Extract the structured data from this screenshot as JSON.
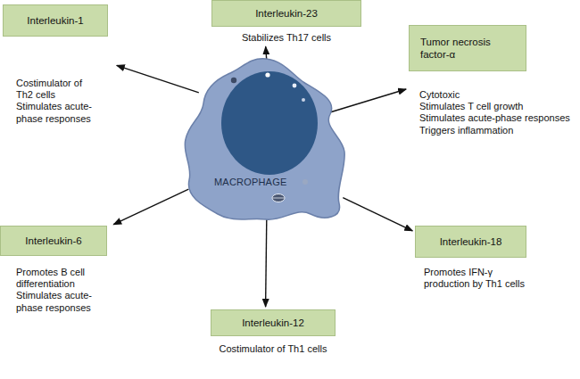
{
  "diagram": {
    "nodes": [
      {
        "text": [
          "Interleukin-23",
          "Stabilizes Th17 cells"
        ]
      },
      {
        "text": [
          "Interleukin-1",
          "Costimulator of Th2 cells",
          "Stimulates acute-phase responses"
        ]
      },
      {
        "text": [
          "Tumor necrosis factor-α",
          "Cytotoxic",
          "Stimulates T cell growth",
          "Stimulates acute-phase responses",
          "Triggers inflammation"
        ]
      },
      {
        "text": [
          "MACROPHAGE"
        ]
      },
      {
        "text": [
          "Interleukin-6",
          "Promotes B cell differentiation",
          "Stimulates acute-phase responses"
        ]
      },
      {
        "text": [
          "Interleukin-18",
          "Promotes IFN-γ production by Th1 cells"
        ]
      },
      {
        "text": [
          "Interleukin-12",
          "Costimulator of Th1 cells"
        ]
      }
    ],
    "edges": [
      {
        "from": 3,
        "to": 0,
        "arrow": "to"
      },
      {
        "from": 3,
        "to": 1,
        "arrow": "to"
      },
      {
        "from": 3,
        "to": 2,
        "arrow": "to"
      },
      {
        "from": 3,
        "to": 4,
        "arrow": "to"
      },
      {
        "from": 3,
        "to": 5,
        "arrow": "to"
      },
      {
        "from": 3,
        "to": 6,
        "arrow": "to"
      }
    ]
  }
}
